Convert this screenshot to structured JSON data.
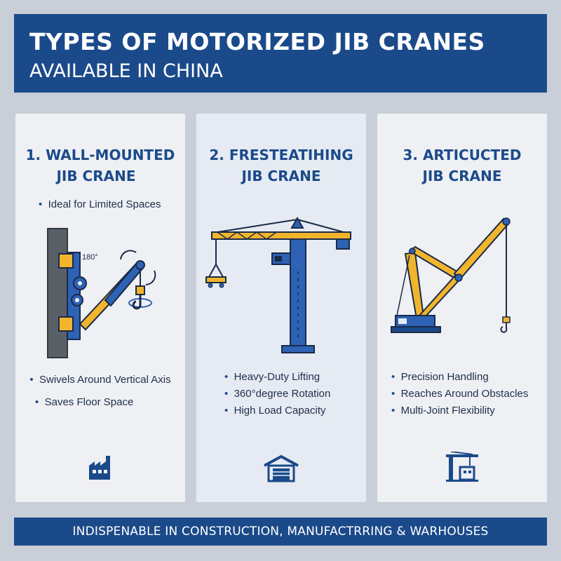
{
  "header": {
    "title_line1": "TYPES OF MOTORIZED JIB CRANES",
    "title_line2": "AVAILABLE IN CHINA"
  },
  "panels": [
    {
      "title_line1": "1. WALL-MOUNTED",
      "title_line2": "JIB CRANE",
      "top_bullet": "Ideal for Limited Spaces",
      "rotation_label": "180°",
      "bullets": [
        "Swivels Around Vertical Axis",
        "Saves Floor Space"
      ],
      "icon": "factory-icon"
    },
    {
      "title_line1": "2. FRESTEATIHING",
      "title_line2": "JIB CRANE",
      "bullets": [
        "Heavy-Duty Lifting",
        "360°degree Rotation",
        "High Load Capacity"
      ],
      "icon": "warehouse-icon"
    },
    {
      "title_line1": "3. ARTICUCTED",
      "title_line2": "JIB CRANE",
      "bullets": [
        "Precision Handling",
        "Reaches Around Obstacles",
        "Multi-Joint Flexibility"
      ],
      "icon": "construction-crane-icon"
    }
  ],
  "footer": {
    "text": "INDISPENABLE IN CONSTRUCTION, MANUFACTRRING & WARHOUSES"
  },
  "colors": {
    "primary_blue": "#1b4a8a",
    "crane_blue": "#2d62b5",
    "crane_yellow": "#f1b52c",
    "background": "#c9cfd8"
  }
}
